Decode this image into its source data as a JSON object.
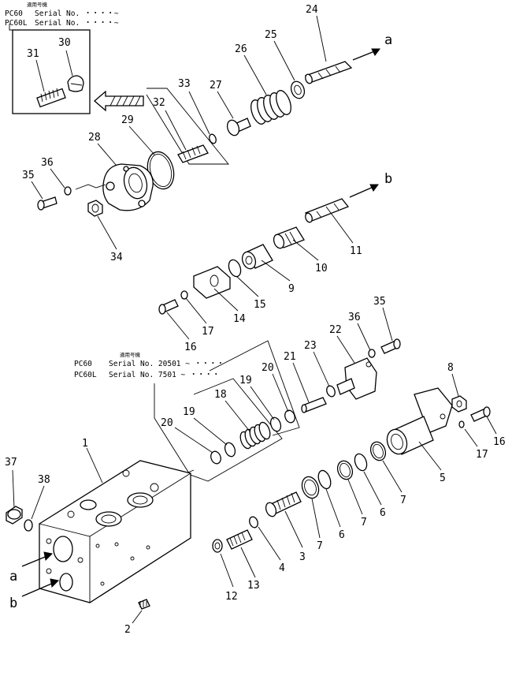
{
  "notes": {
    "top": {
      "heading": "適用号機",
      "line1_model": "PC60",
      "line1_serial": "Serial No. ・・・・~",
      "line2_model": "PC60L",
      "line2_serial": "Serial No. ・・・・~"
    },
    "middle": {
      "heading": "適用号機",
      "line1_model": "PC60",
      "line1_serial": "Serial No. 20501 ~ ・・・・",
      "line2_model": "PC60L",
      "line2_serial": "Serial No. 7501 ~ ・・・・"
    }
  },
  "ports": {
    "a_top": "a",
    "b_top": "b",
    "a_side": "a",
    "b_side": "b"
  },
  "callouts": [
    {
      "id": "c-24",
      "text": "24"
    },
    {
      "id": "c-25",
      "text": "25"
    },
    {
      "id": "c-26",
      "text": "26"
    },
    {
      "id": "c-27",
      "text": "27"
    },
    {
      "id": "c-33",
      "text": "33"
    },
    {
      "id": "c-32",
      "text": "32"
    },
    {
      "id": "c-30",
      "text": "30"
    },
    {
      "id": "c-31",
      "text": "31"
    },
    {
      "id": "c-29",
      "text": "29"
    },
    {
      "id": "c-28",
      "text": "28"
    },
    {
      "id": "c-36a",
      "text": "36"
    },
    {
      "id": "c-35a",
      "text": "35"
    },
    {
      "id": "c-34",
      "text": "34"
    },
    {
      "id": "c-11",
      "text": "11"
    },
    {
      "id": "c-10",
      "text": "10"
    },
    {
      "id": "c-9",
      "text": "9"
    },
    {
      "id": "c-15",
      "text": "15"
    },
    {
      "id": "c-14",
      "text": "14"
    },
    {
      "id": "c-17a",
      "text": "17"
    },
    {
      "id": "c-16a",
      "text": "16"
    },
    {
      "id": "c-35b",
      "text": "35"
    },
    {
      "id": "c-36b",
      "text": "36"
    },
    {
      "id": "c-22",
      "text": "22"
    },
    {
      "id": "c-23",
      "text": "23"
    },
    {
      "id": "c-21",
      "text": "21"
    },
    {
      "id": "c-20a",
      "text": "20"
    },
    {
      "id": "c-19a",
      "text": "19"
    },
    {
      "id": "c-18",
      "text": "18"
    },
    {
      "id": "c-19b",
      "text": "19"
    },
    {
      "id": "c-20b",
      "text": "20"
    },
    {
      "id": "c-8",
      "text": "8"
    },
    {
      "id": "c-16b",
      "text": "16"
    },
    {
      "id": "c-17b",
      "text": "17"
    },
    {
      "id": "c-5",
      "text": "5"
    },
    {
      "id": "c-7a",
      "text": "7"
    },
    {
      "id": "c-6a",
      "text": "6"
    },
    {
      "id": "c-7b",
      "text": "7"
    },
    {
      "id": "c-6b",
      "text": "6"
    },
    {
      "id": "c-7c",
      "text": "7"
    },
    {
      "id": "c-3",
      "text": "3"
    },
    {
      "id": "c-4",
      "text": "4"
    },
    {
      "id": "c-13",
      "text": "13"
    },
    {
      "id": "c-12",
      "text": "12"
    },
    {
      "id": "c-1",
      "text": "1"
    },
    {
      "id": "c-37",
      "text": "37"
    },
    {
      "id": "c-38",
      "text": "38"
    },
    {
      "id": "c-2",
      "text": "2"
    }
  ]
}
